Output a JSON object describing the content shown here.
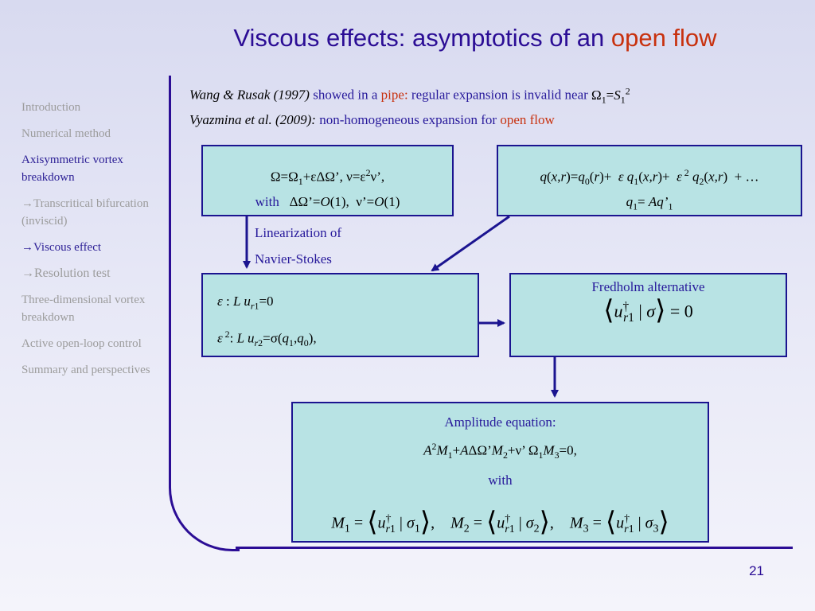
{
  "title": {
    "main": "Viscous effects: asymptotics of an ",
    "accent": "open flow"
  },
  "sidebar": [
    {
      "label": "Introduction"
    },
    {
      "label": "Numerical method"
    },
    {
      "label": "Axisymmetric vortex breakdown"
    },
    {
      "label": "→Transcritical bifurcation (inviscid)"
    },
    {
      "label": "→Viscous effect"
    },
    {
      "label": "→Resolution test"
    },
    {
      "label": "Three-dimensional vortex breakdown"
    },
    {
      "label": "Active open-loop control"
    },
    {
      "label": "Summary and perspectives"
    }
  ],
  "refs": {
    "line1_author": "Wang & Rusak (1997)",
    "line1_a": " showed in a ",
    "line1_pipe": "pipe:",
    "line1_b": "  regular expansion is invalid near  ",
    "line2_author": "Vyazmina et al. (2009):",
    "line2_a": " non-homogeneous expansion for ",
    "line2_accent": "open flow"
  },
  "box1": {
    "with": "with"
  },
  "label_linearization": {
    "line1": "Linearization of",
    "line2": "Navier-Stokes"
  },
  "box4": {
    "title": "Fredholm alternative"
  },
  "box5": {
    "title": "Amplitude equation:",
    "with": "with"
  },
  "page_number": "21",
  "colors": {
    "title": "#2b0d95",
    "accent": "#c8310e",
    "box_fill": "#b8e3e4",
    "box_border": "#1b1490",
    "sidebar_active": "#2b1e95",
    "sidebar_inactive": "#9c9c9c"
  }
}
